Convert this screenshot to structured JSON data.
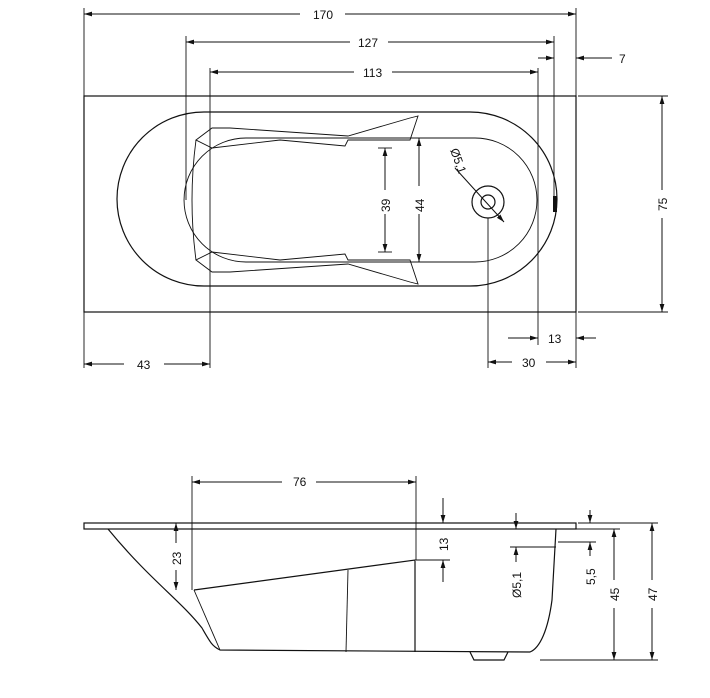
{
  "top_view": {
    "overall_length": "170",
    "inner_length": "127",
    "bottom_length": "113",
    "rim_offset_right": "7",
    "overall_width": "75",
    "inner_width": "44",
    "bottom_width": "39",
    "drain_diameter": "Ø5,1",
    "drain_offset_right": "30",
    "rim_gap_right": "13",
    "bottom_offset_left": "43"
  },
  "side_view": {
    "bottom_length": "76",
    "backrest_drop": "23",
    "front_drop": "13",
    "drain_diameter": "Ø5,1",
    "rim_thickness": "5,5",
    "inner_depth": "45",
    "overall_height": "47"
  }
}
